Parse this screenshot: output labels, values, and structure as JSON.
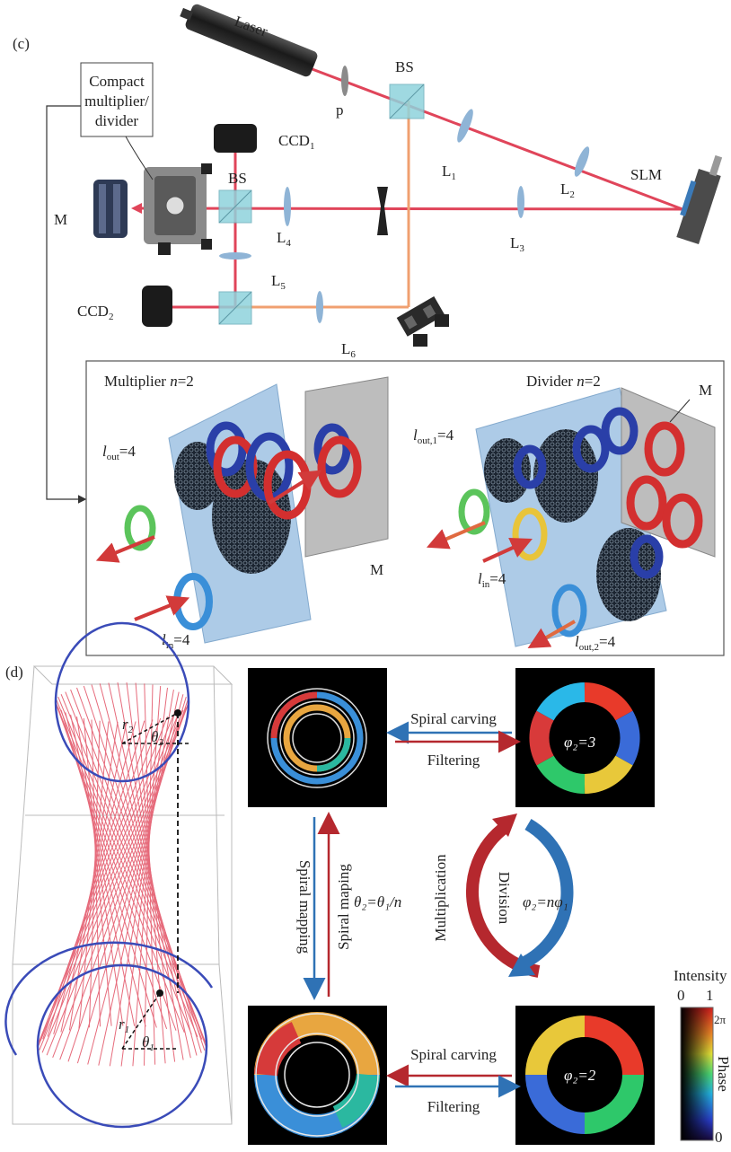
{
  "panel_c": {
    "label": "(c)",
    "laser": "Laser",
    "polarizer": "p",
    "bs_top": "BS",
    "bs_mid": "BS",
    "slm": "SLM",
    "ccd1": "CCD",
    "ccd1_sub": "1",
    "ccd2": "CCD",
    "ccd2_sub": "2",
    "mirror": "M",
    "compact_box": [
      "Compact",
      "multiplier/",
      "divider"
    ],
    "lenses": [
      {
        "name": "L",
        "sub": "1"
      },
      {
        "name": "L",
        "sub": "2"
      },
      {
        "name": "L",
        "sub": "3"
      },
      {
        "name": "L",
        "sub": "4"
      },
      {
        "name": "L",
        "sub": "5"
      },
      {
        "name": "L",
        "sub": "6"
      }
    ],
    "inset": {
      "multiplier_title": "Multiplier ",
      "multiplier_n": "n",
      "multiplier_eq": "=2",
      "divider_title": "Divider ",
      "divider_n": "n",
      "divider_eq": "=2",
      "m_left": "M",
      "m_right": "M",
      "l_out": {
        "var": "l",
        "sub": "out",
        "val": "=4"
      },
      "l_in_left": {
        "var": "l",
        "sub": "in",
        "val": "=4"
      },
      "l_out1": {
        "var": "l",
        "sub": "out,1",
        "val": "=4"
      },
      "l_in_right": {
        "var": "l",
        "sub": "in",
        "val": "=4"
      },
      "l_out2": {
        "var": "l",
        "sub": "out,2",
        "val": "=4"
      }
    }
  },
  "panel_d": {
    "label": "(d)",
    "r2": {
      "var": "r",
      "sub": "2"
    },
    "theta2": {
      "var": "θ",
      "sub": "2"
    },
    "r1": {
      "var": "r",
      "sub": "1"
    },
    "theta1": {
      "var": "θ",
      "sub": "1"
    },
    "spiral_carving_top": "Spiral carving",
    "filtering_top": "Filtering",
    "spiral_carving_bottom": "Spiral carving",
    "filtering_bottom": "Filtering",
    "spiral_mapping_1": "Spiral mapping",
    "spiral_mapping_2": "Spiral maping",
    "theta_relation": "θ₂=θ₁/n",
    "multiplication": "Multiplication",
    "division": "Division",
    "phi_relation": "φ₂=nφ₁",
    "phi_top": "φ₂=3",
    "phi_bottom": "φ₂=2",
    "colorbar": {
      "intensity_label": "Intensity",
      "intensity_min": "0",
      "intensity_max": "1",
      "phase_label": "Phase",
      "phase_max": "2π",
      "phase_min": "0"
    }
  },
  "colors": {
    "beam_red": "#e0455a",
    "beam_orange": "#f0a070",
    "arrow_red": "#b5282e",
    "arrow_blue": "#2f72b5",
    "lens_blue": "#8fb4d6",
    "bs_cyan": "#8fd3dc"
  }
}
